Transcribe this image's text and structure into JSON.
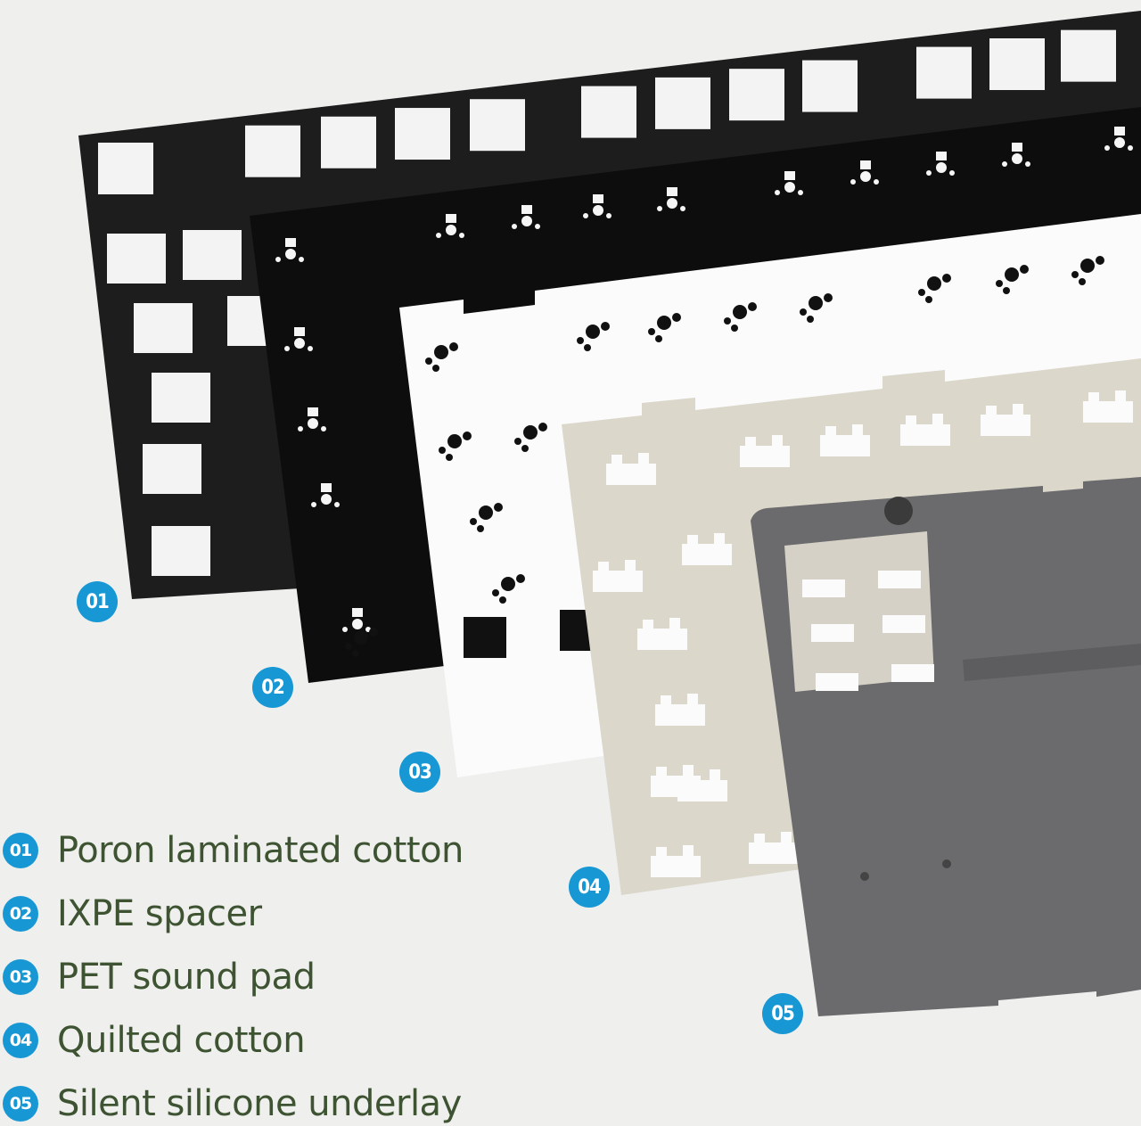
{
  "colors": {
    "background": "#efefee",
    "badge": "#1797d4",
    "legend_text": "#3d5331",
    "layer_01": "#1d1d1d",
    "layer_02": "#0d0d0d",
    "layer_03": "#fbfbfb",
    "layer_04": "#dbd7cb",
    "layer_05": "#6b6b6d"
  },
  "layers": [
    {
      "number": "01",
      "label": "Poron laminated cotton"
    },
    {
      "number": "02",
      "label": "IXPE spacer"
    },
    {
      "number": "03",
      "label": "PET sound pad"
    },
    {
      "number": "04",
      "label": "Quilted cotton"
    },
    {
      "number": "05",
      "label": "Silent silicone underlay"
    }
  ]
}
